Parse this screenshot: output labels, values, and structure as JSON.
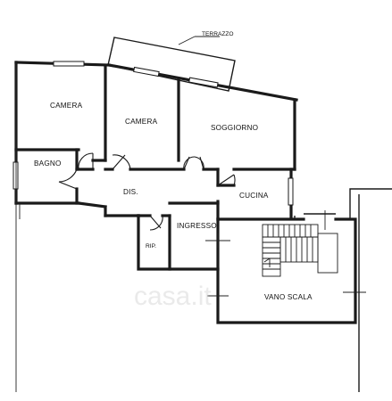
{
  "rooms": {
    "terrazzo": "TERRAZZO",
    "camera_1": "CAMERA",
    "camera_2": "CAMERA",
    "soggiorno": "SOGGIORNO",
    "bagno": "BAGNO",
    "dis": "DIS.",
    "cucina": "CUCINA",
    "ingresso": "INGRESSO",
    "rip": "RIP.",
    "vano_scala": "VANO SCALA"
  },
  "watermark": {
    "text": "casa.it"
  }
}
